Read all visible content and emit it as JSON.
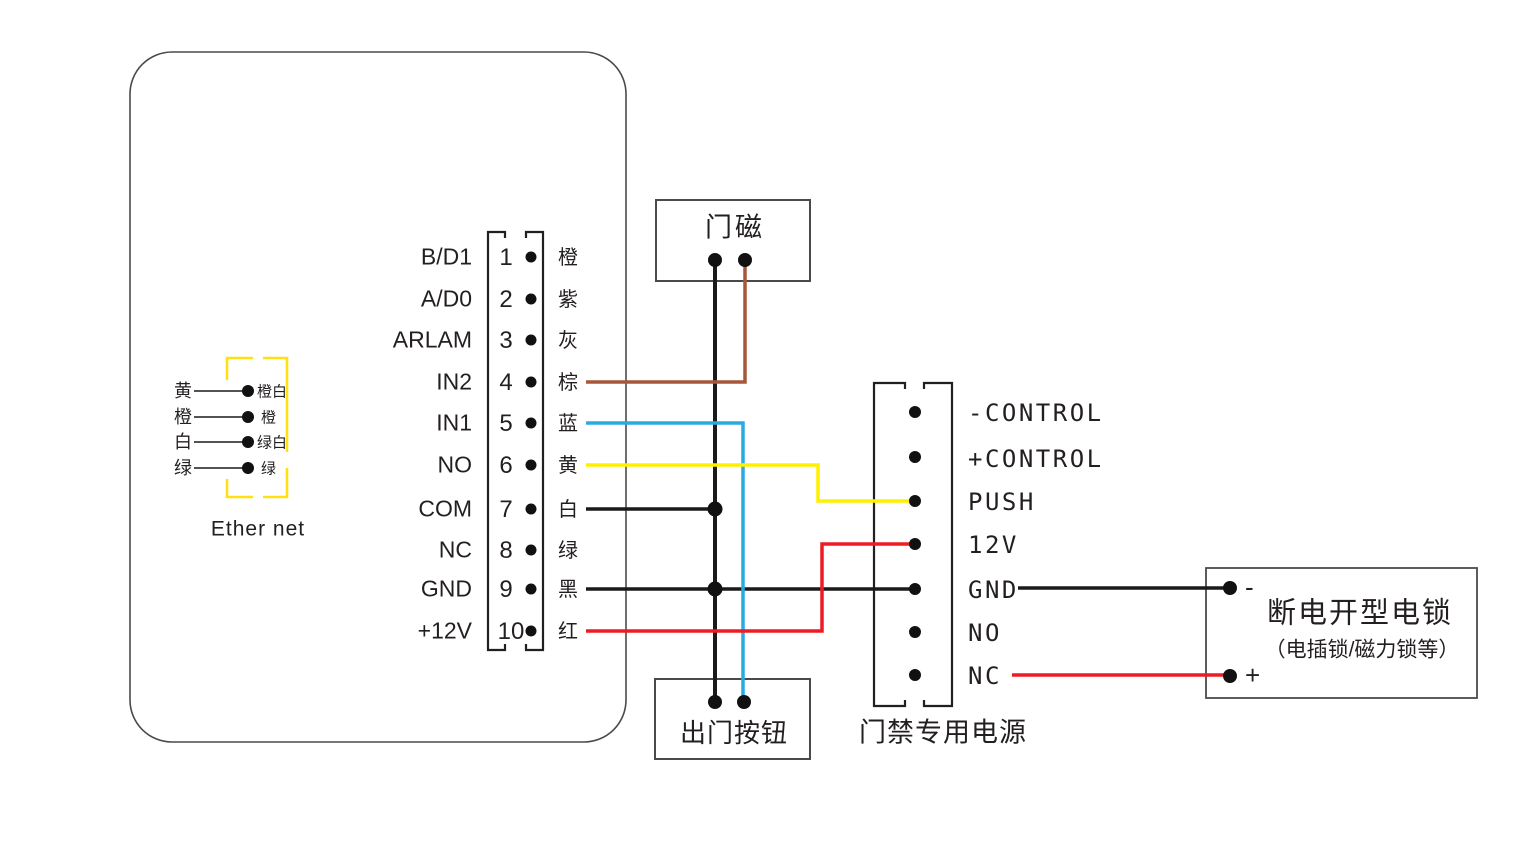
{
  "colors": {
    "wire_black": "#1a1a1a",
    "wire_brown": "#a7563a",
    "wire_blue": "#29abe2",
    "wire_yellow": "#fff000",
    "wire_red": "#ed1c24",
    "ethernet_bracket": "#ffe013",
    "thin_border": "#4a4a4a",
    "block_border": "#231f20",
    "text": "#231f20"
  },
  "controller": {
    "ethernet": {
      "label": "Ether net",
      "rows": [
        {
          "wire": "黄",
          "pin": "橙白"
        },
        {
          "wire": "橙",
          "pin": "橙"
        },
        {
          "wire": "白",
          "pin": "绿白"
        },
        {
          "wire": "绿",
          "pin": "绿"
        }
      ]
    },
    "terminal": {
      "pins": [
        {
          "name": "B/D1",
          "num": "1",
          "color": "橙"
        },
        {
          "name": "A/D0",
          "num": "2",
          "color": "紫"
        },
        {
          "name": "ARLAM",
          "num": "3",
          "color": "灰"
        },
        {
          "name": "IN2",
          "num": "4",
          "color": "棕"
        },
        {
          "name": "IN1",
          "num": "5",
          "color": "蓝"
        },
        {
          "name": "NO",
          "num": "6",
          "color": "黄"
        },
        {
          "name": "COM",
          "num": "7",
          "color": "白"
        },
        {
          "name": "NC",
          "num": "8",
          "color": "绿"
        },
        {
          "name": "GND",
          "num": "9",
          "color": "黑"
        },
        {
          "name": "+12V",
          "num": "10",
          "color": "红"
        }
      ]
    }
  },
  "door_sensor": {
    "label": "门磁"
  },
  "exit_button": {
    "label": "出门按钮"
  },
  "power_supply": {
    "label": "门禁专用电源",
    "pins": [
      {
        "label": "-CONTROL"
      },
      {
        "label": "+CONTROL"
      },
      {
        "label": "PUSH"
      },
      {
        "label": "12V"
      },
      {
        "label": "GND"
      },
      {
        "label": "NO"
      },
      {
        "label": "NC"
      }
    ]
  },
  "lock": {
    "title": "断电开型电锁",
    "subtitle": "（电插锁/磁力锁等）",
    "minus": "-",
    "plus": "+"
  }
}
